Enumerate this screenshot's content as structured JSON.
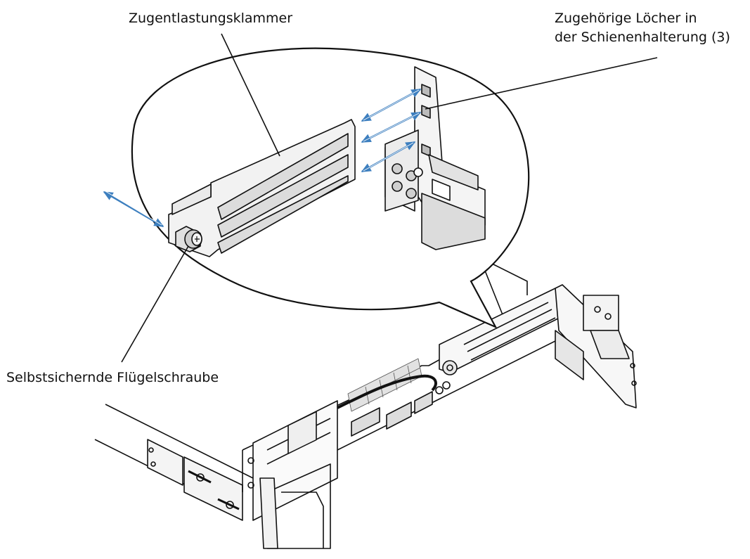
{
  "labels": {
    "strain_relief_bracket": "Zugentlastungsklammer",
    "matching_holes_line1": "Zugehörige Löcher in",
    "matching_holes_line2": "der Schienenhalterung (3)",
    "thumbscrew": "Selbstsichernde Flügelschraube"
  },
  "colors": {
    "line": "#111111",
    "arrow": "#3d7fbf",
    "bracket_fill": "#f2f2f2",
    "shadow": "#dedede"
  }
}
